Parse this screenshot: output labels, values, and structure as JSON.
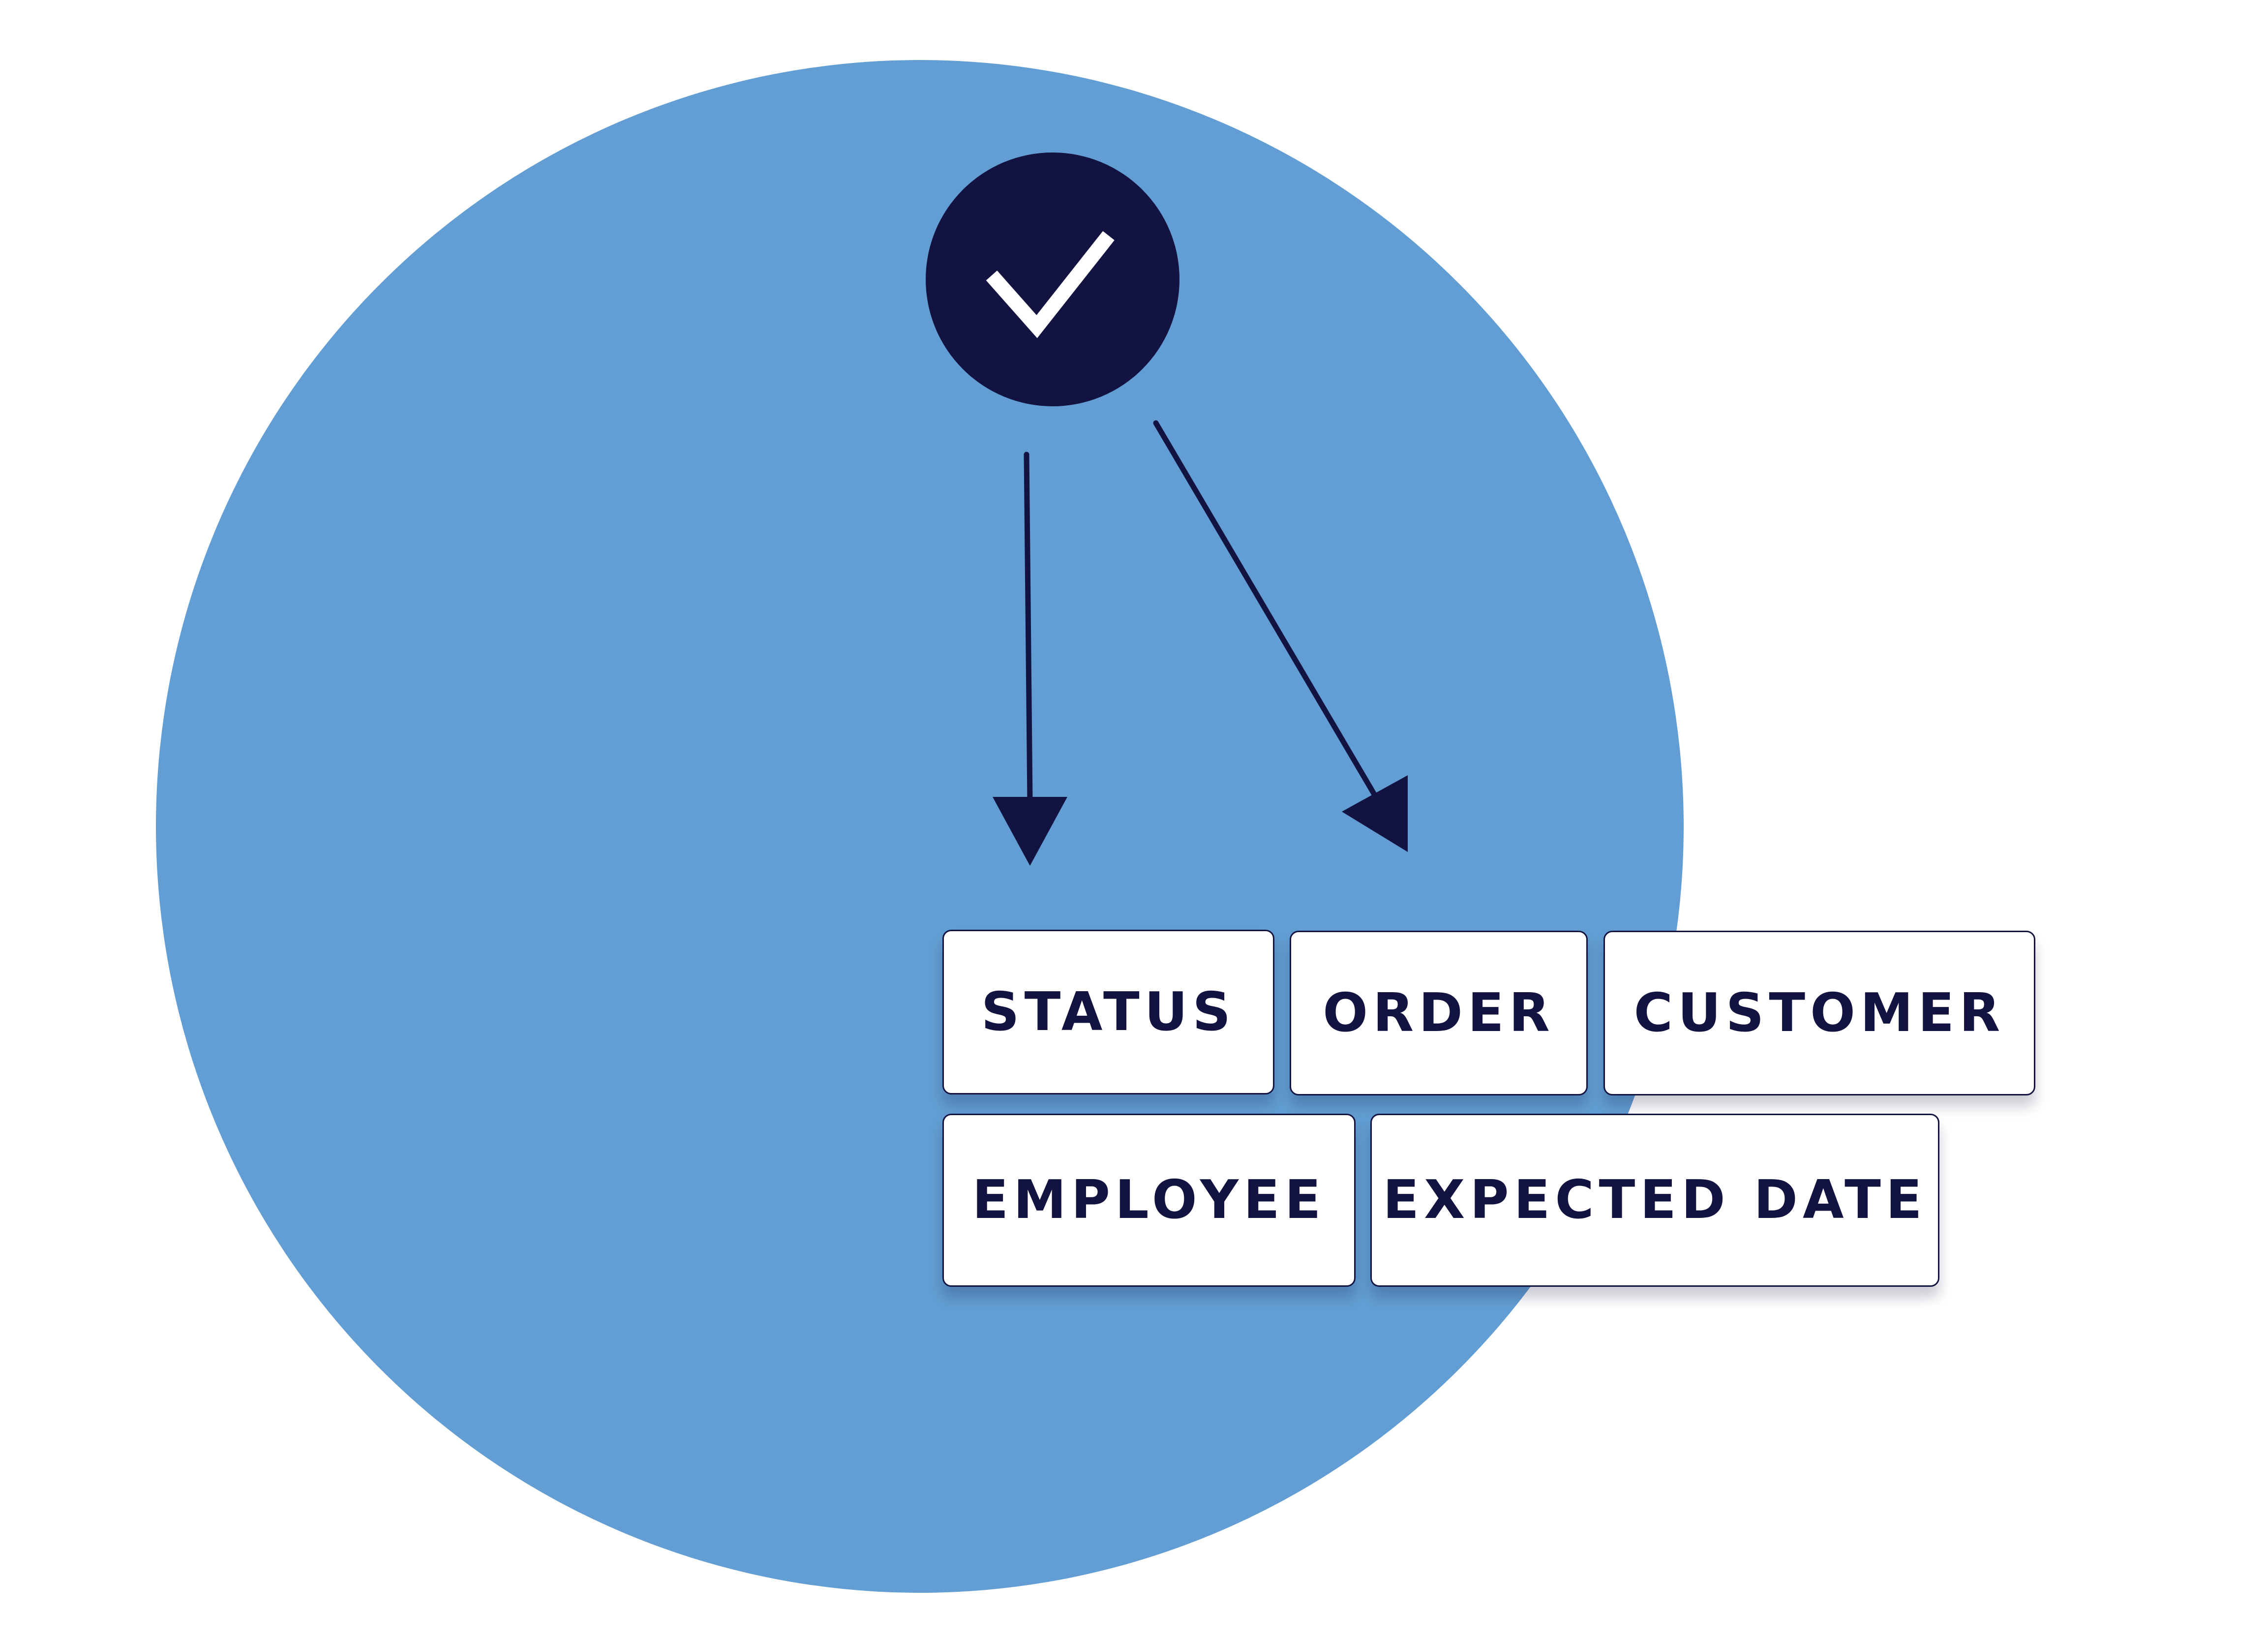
{
  "colors": {
    "background": "#ffffff",
    "circle": "#629ed3",
    "navy": "#131342",
    "check": "#ffffff",
    "tag_background": "#ffffff"
  },
  "icons": {
    "badge": "checkmark-icon",
    "arrows": [
      "arrow-down-icon",
      "arrow-diagonal-icon"
    ]
  },
  "tags": {
    "row1": [
      "STATUS",
      "ORDER",
      "CUSTOMER"
    ],
    "row2": [
      "EMPLOYEE",
      "EXPECTED DATE"
    ]
  }
}
